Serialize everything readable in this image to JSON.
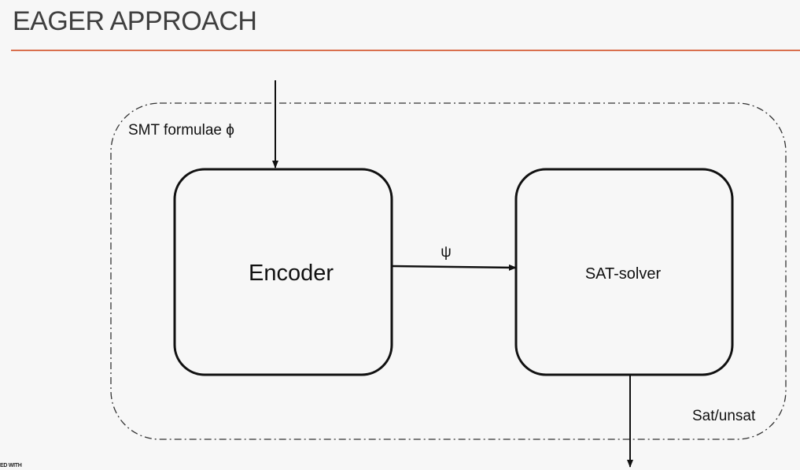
{
  "slide": {
    "title": "EAGER APPROACH"
  },
  "diagram": {
    "input_label": "SMT formulae ϕ",
    "encoder_label": "Encoder",
    "edge_label": "ψ",
    "solver_label": "SAT-solver",
    "output_label": "Sat/unsat"
  },
  "colors": {
    "accent_rule": "#d9704e",
    "background": "#f7f7f7",
    "stroke": "#111111"
  },
  "watermark": {
    "text": "ED WITH"
  }
}
